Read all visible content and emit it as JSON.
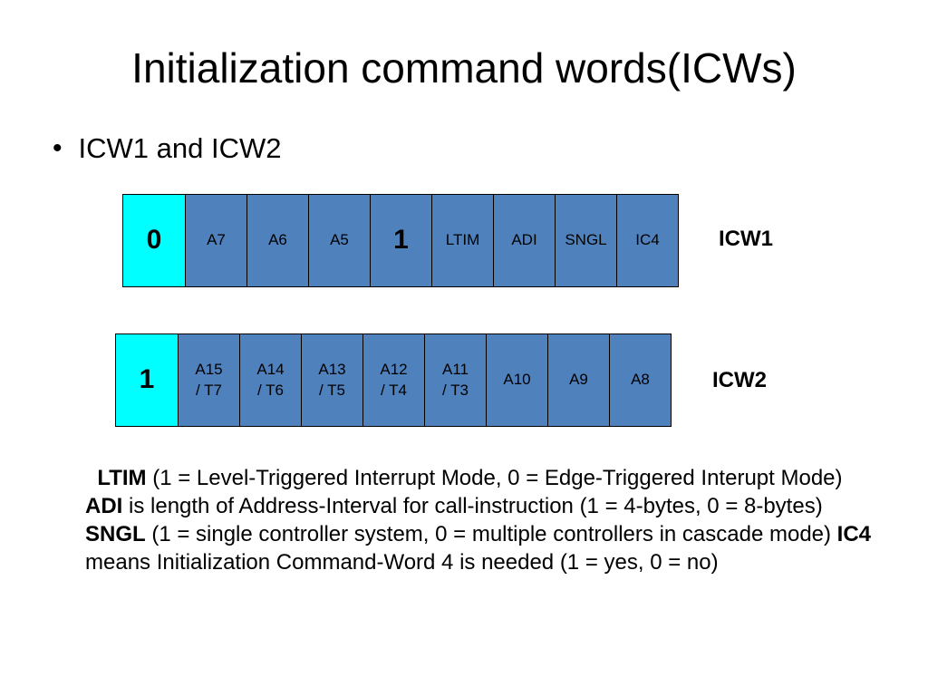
{
  "title": "Initialization command words(ICWs)",
  "bullet": "ICW1 and ICW2",
  "colors": {
    "highlight_cell": "#00ffff",
    "bit_cell": "#4f81bd"
  },
  "icw1": {
    "label": "ICW1",
    "cells": [
      "0",
      "A7",
      "A6",
      "A5",
      "1",
      "LTIM",
      "ADI",
      "SNGL",
      "IC4"
    ]
  },
  "icw2": {
    "label": "ICW2",
    "cells": [
      "1",
      "A15\n/ T7",
      "A14\n/ T6",
      "A13\n/ T5",
      "A12\n/ T4",
      "A11\n/ T3",
      "A10",
      "A9",
      "A8"
    ]
  },
  "description": {
    "ltim_term": "LTIM",
    "ltim_text": " (1 = Level-Triggered Interrupt Mode, 0 = Edge-Triggered Interupt Mode) ",
    "adi_term": "ADI",
    "adi_text": " is length of Address-Interval for call-instruction (1 = 4-bytes, 0 = 8-bytes)  ",
    "sngl_term": "SNGL",
    "sngl_text": " (1 = single controller system, 0 = multiple controllers in cascade mode) ",
    "ic4_term": "IC4",
    "ic4_text": " means Initialization Command-Word 4 is needed (1 = yes, 0 = no)"
  }
}
